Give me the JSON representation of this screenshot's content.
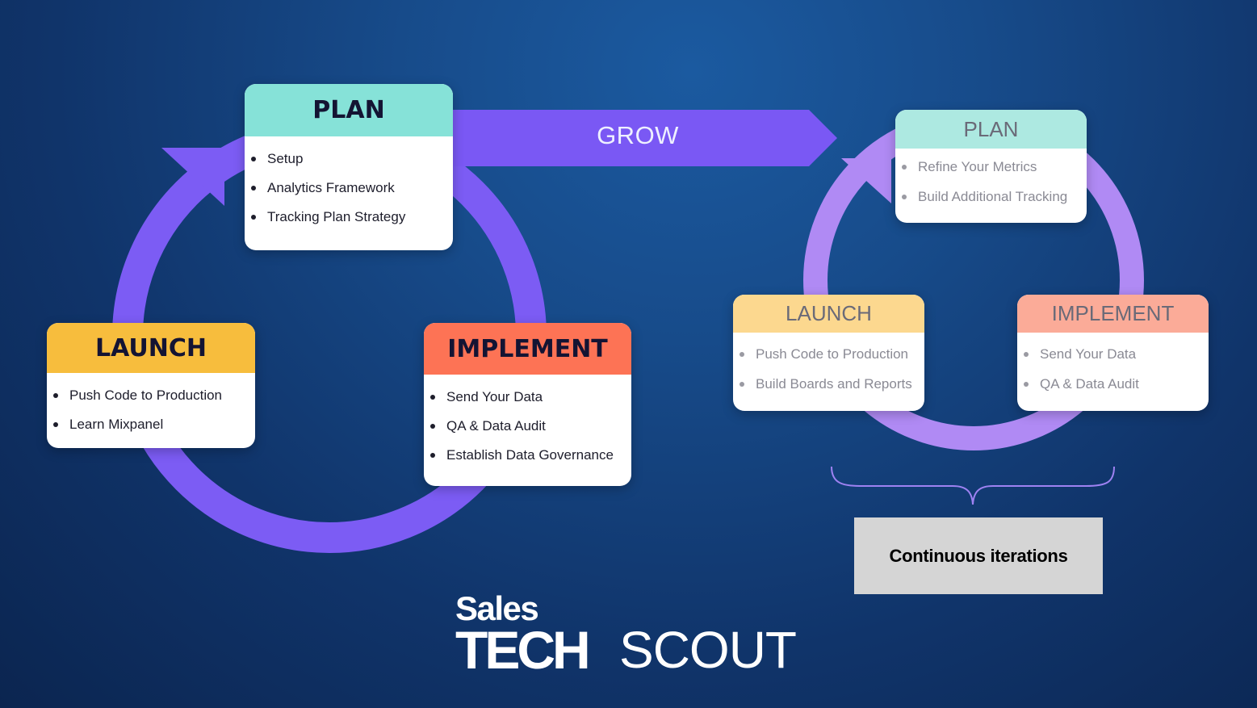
{
  "colors": {
    "arrow": "#7c5cf4",
    "arrow_light": "#b08af4",
    "plan_header": "#86e2d8",
    "launch_header": "#f7bd3d",
    "implement_header": "#fd7355",
    "plan_header_faded": "#ade9e1",
    "launch_header_faded": "#fcd88f",
    "implement_header_faded": "#fbab98",
    "iteration_box": "#d5d5d5"
  },
  "grow_label": "GROW",
  "first_cycle": {
    "plan": {
      "title": "PLAN",
      "items": [
        "Setup",
        "Analytics Framework",
        "Tracking Plan Strategy"
      ]
    },
    "launch": {
      "title": "LAUNCH",
      "items": [
        "Push Code to Production",
        "Learn Mixpanel"
      ]
    },
    "implement": {
      "title": "IMPLEMENT",
      "items": [
        "Send Your Data",
        "QA & Data Audit",
        "Establish Data Governance"
      ]
    }
  },
  "second_cycle": {
    "plan": {
      "title": "PLAN",
      "items": [
        "Refine Your Metrics",
        "Build Additional Tracking"
      ]
    },
    "launch": {
      "title": "LAUNCH",
      "items": [
        "Push Code to Production",
        "Build Boards and Reports"
      ]
    },
    "implement": {
      "title": "IMPLEMENT",
      "items": [
        "Send Your Data",
        "QA & Data Audit"
      ]
    }
  },
  "iteration_label": "Continuous iterations",
  "logo": {
    "line1": "Sales",
    "line2": "TECH",
    "line3": "SCOUT"
  }
}
